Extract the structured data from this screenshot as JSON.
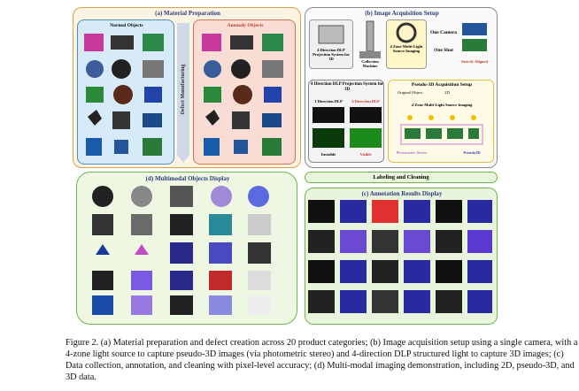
{
  "panels": {
    "a": {
      "title": "(a) Material Preparation",
      "normal": "Normal Objects",
      "anomaly": "Anomaly Objects",
      "arrow": "Defect Manufacturing"
    },
    "b": {
      "title": "(b) Image Acquisition Setup",
      "dlp_system": "4 Direction DLP Projection System for 3D",
      "machine": "Collection Machine",
      "light": "4 Zone Multi-Light Source Imaging",
      "one_camera": "One Camera",
      "one_shot": "One Shot",
      "aligned": "Strictly Aligned",
      "dlp_title": "4 Direction DLP Projection System for 3D",
      "dlp1": "1 Direction DLP",
      "dlp4": "4 Direction DLP",
      "invisible": "Invisible",
      "visible": "Visible",
      "p3d_title": "Pseudo-3D Acquisition Setup",
      "original": "Original Object",
      "twoD": "2D",
      "multi": "4-Zone Multi-Light Source Imaging",
      "photometric": "Photometric Stereo",
      "pseudo": "Pseudo3D"
    },
    "label_clean": "Labeling and Cleaning",
    "c": {
      "title": "(c) Annotation Results Display"
    },
    "d": {
      "title": "(d) Multimodal Objects Display"
    }
  },
  "caption": "Figure 2. (a) Material preparation and defect creation across 20 product categories; (b) Image acquisition setup using a single camera, with a 4-zone light source to capture pseudo-3D images (via photometric stereo) and 4-direction DLP structured light to capture 3D images; (c) Data collection, annotation, and cleaning with pixel-level accuracy; (d) Multi-modal imaging demonstration, including 2D, pseudo-3D, and 3D data.",
  "colors": {
    "a_border": "#e0a244",
    "a_fill": "#fdf4e4",
    "normal_fill": "#d6ebf7",
    "anomaly_fill": "#f9ddd4",
    "b_border": "#8a8a8a",
    "c_border": "#6cb84a",
    "c_fill": "#e8f5dc",
    "d_border": "#6cb84a",
    "d_fill": "#eef7e2",
    "p3d_border": "#e3c23a",
    "p3d_fill": "#fffbe6"
  }
}
